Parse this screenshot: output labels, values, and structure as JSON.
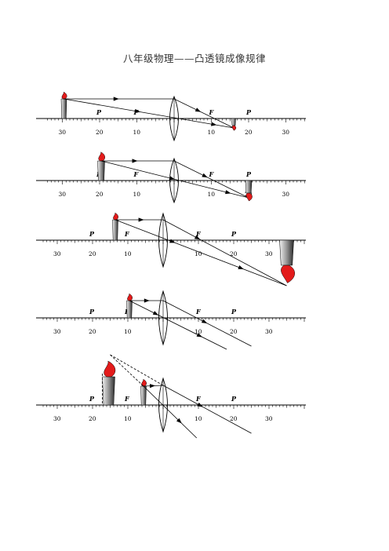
{
  "document": {
    "title": "八年级物理——凸透镜成像规律"
  },
  "labels": {
    "focus": "F",
    "double_focus": "P"
  },
  "scale_numbers": [
    "30",
    "20",
    "10",
    "10",
    "20",
    "30"
  ],
  "colors": {
    "flame": "#e31b1b",
    "line": "#000000"
  }
}
